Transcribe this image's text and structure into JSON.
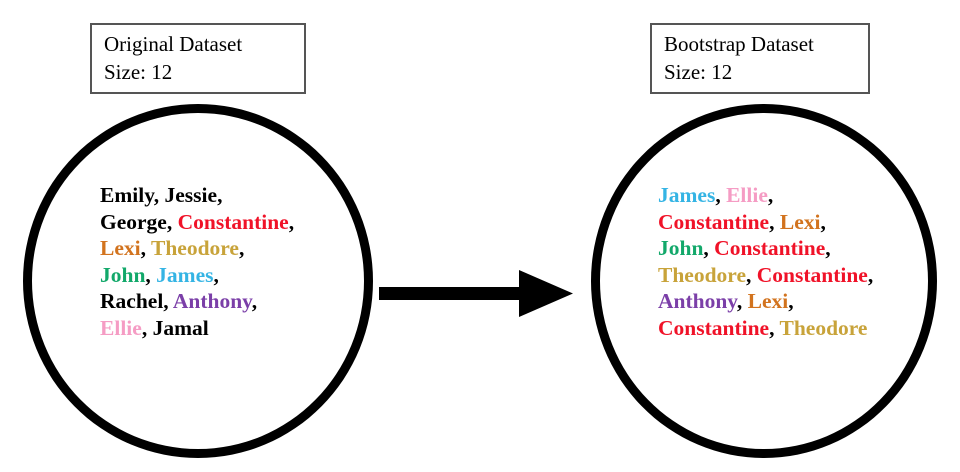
{
  "palette": {
    "black": "#000000",
    "red": "#F01228",
    "orange": "#D2731E",
    "gold": "#C8A33A",
    "green": "#12A86A",
    "cyan": "#34B4E4",
    "purple": "#7B3FA8",
    "pink": "#F59CC4",
    "box_border": "#555555",
    "circle_border": "#000000",
    "background": "#FFFFFF"
  },
  "left_panel": {
    "box": {
      "title": "Original Dataset",
      "size_label": "Size: 12"
    },
    "circle_name": "original-dataset-circle",
    "rows": [
      [
        {
          "text": "Emily",
          "color": "#000000"
        },
        {
          "text": "Jessie",
          "color": "#000000"
        }
      ],
      [
        {
          "text": "George",
          "color": "#000000"
        },
        {
          "text": "Constantine",
          "color": "#F01228"
        }
      ],
      [
        {
          "text": "Lexi",
          "color": "#D2731E"
        },
        {
          "text": "Theodore",
          "color": "#C8A33A"
        }
      ],
      [
        {
          "text": "John",
          "color": "#12A86A"
        },
        {
          "text": "James",
          "color": "#34B4E4"
        }
      ],
      [
        {
          "text": "Rachel",
          "color": "#000000"
        },
        {
          "text": "Anthony",
          "color": "#7B3FA8"
        }
      ],
      [
        {
          "text": "Ellie",
          "color": "#F59CC4"
        },
        {
          "text": "Jamal",
          "color": "#000000"
        }
      ]
    ]
  },
  "right_panel": {
    "box": {
      "title": "Bootstrap Dataset",
      "size_label": "Size: 12"
    },
    "circle_name": "bootstrap-dataset-circle",
    "rows": [
      [
        {
          "text": "James",
          "color": "#34B4E4"
        },
        {
          "text": "Ellie",
          "color": "#F59CC4"
        }
      ],
      [
        {
          "text": "Constantine",
          "color": "#F01228"
        },
        {
          "text": "Lexi",
          "color": "#D2731E"
        }
      ],
      [
        {
          "text": "John",
          "color": "#12A86A"
        },
        {
          "text": "Constantine",
          "color": "#F01228"
        }
      ],
      [
        {
          "text": "Theodore",
          "color": "#C8A33A"
        },
        {
          "text": "Constantine",
          "color": "#F01228"
        }
      ],
      [
        {
          "text": "Anthony",
          "color": "#7B3FA8"
        },
        {
          "text": "Lexi",
          "color": "#D2731E"
        }
      ],
      [
        {
          "text": "Constantine",
          "color": "#F01228"
        },
        {
          "text": "Theodore",
          "color": "#C8A33A"
        }
      ]
    ]
  },
  "arrow": {
    "name": "resampling-arrow",
    "color": "#000000",
    "direction": "right"
  },
  "separator": ","
}
